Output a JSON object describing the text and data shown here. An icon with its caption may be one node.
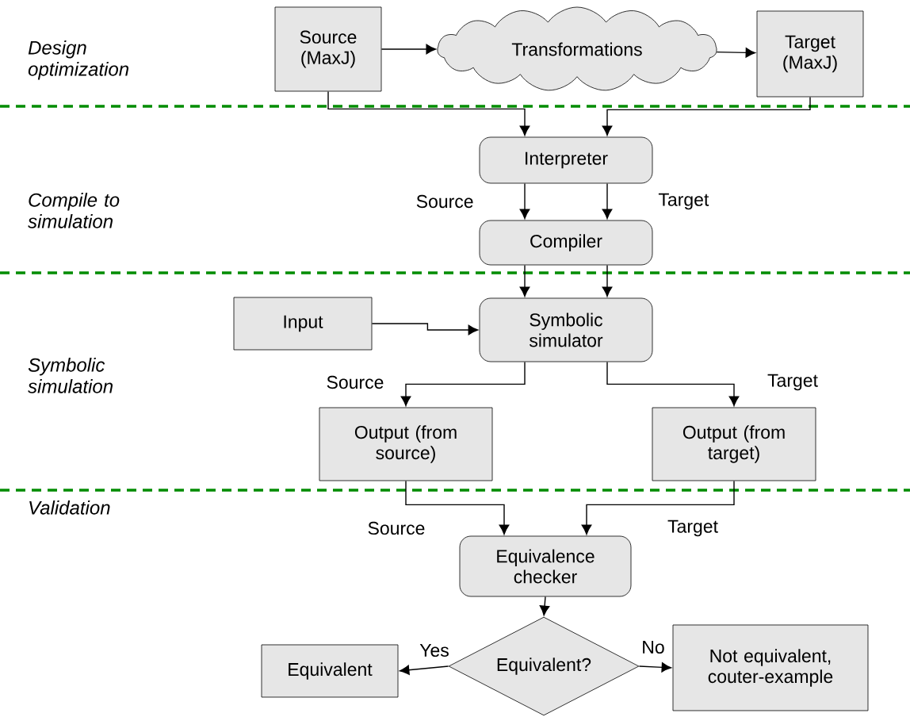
{
  "diagram": {
    "nodes": [
      {
        "text": [
          "Source (MaxJ)"
        ]
      },
      {
        "text": [
          "Transformations"
        ]
      },
      {
        "text": [
          "Target (MaxJ)"
        ]
      },
      {
        "text": [
          "Interpreter"
        ]
      },
      {
        "text": [
          "Compiler"
        ]
      },
      {
        "text": [
          "Input"
        ]
      },
      {
        "text": [
          "Symbolic simulator"
        ]
      },
      {
        "text": [
          "Output (from source)"
        ]
      },
      {
        "text": [
          "Output (from target)"
        ]
      },
      {
        "text": [
          "Equivalence checker"
        ]
      },
      {
        "text": [
          "Equivalent?"
        ]
      },
      {
        "text": [
          "Equivalent"
        ]
      },
      {
        "text": [
          "Not equivalent, couter-example"
        ]
      }
    ],
    "edges": [
      {
        "from": 0,
        "to": 1,
        "arrow": "to"
      },
      {
        "from": 1,
        "to": 2,
        "arrow": "to"
      },
      {
        "from": 0,
        "to": 3,
        "arrow": "to"
      },
      {
        "from": 2,
        "to": 3,
        "arrow": "to"
      },
      {
        "from": 3,
        "to": 4,
        "arrow": "to",
        "label": "Source"
      },
      {
        "from": 3,
        "to": 4,
        "arrow": "to",
        "label": "Target"
      },
      {
        "from": 4,
        "to": 6,
        "arrow": "to"
      },
      {
        "from": 4,
        "to": 6,
        "arrow": "to"
      },
      {
        "from": 5,
        "to": 6,
        "arrow": "to"
      },
      {
        "from": 6,
        "to": 7,
        "arrow": "to",
        "label": "Source"
      },
      {
        "from": 6,
        "to": 8,
        "arrow": "to",
        "label": "Target"
      },
      {
        "from": 7,
        "to": 9,
        "arrow": "to",
        "label": "Source"
      },
      {
        "from": 8,
        "to": 9,
        "arrow": "to",
        "label": "Target"
      },
      {
        "from": 9,
        "to": 10,
        "arrow": "to"
      },
      {
        "from": 10,
        "to": 11,
        "arrow": "to",
        "label": "Yes"
      },
      {
        "from": 10,
        "to": 12,
        "arrow": "to",
        "label": "No"
      }
    ],
    "labels": [
      "Design optimization",
      "Compile to simulation",
      "Symbolic simulation",
      "Validation"
    ]
  }
}
